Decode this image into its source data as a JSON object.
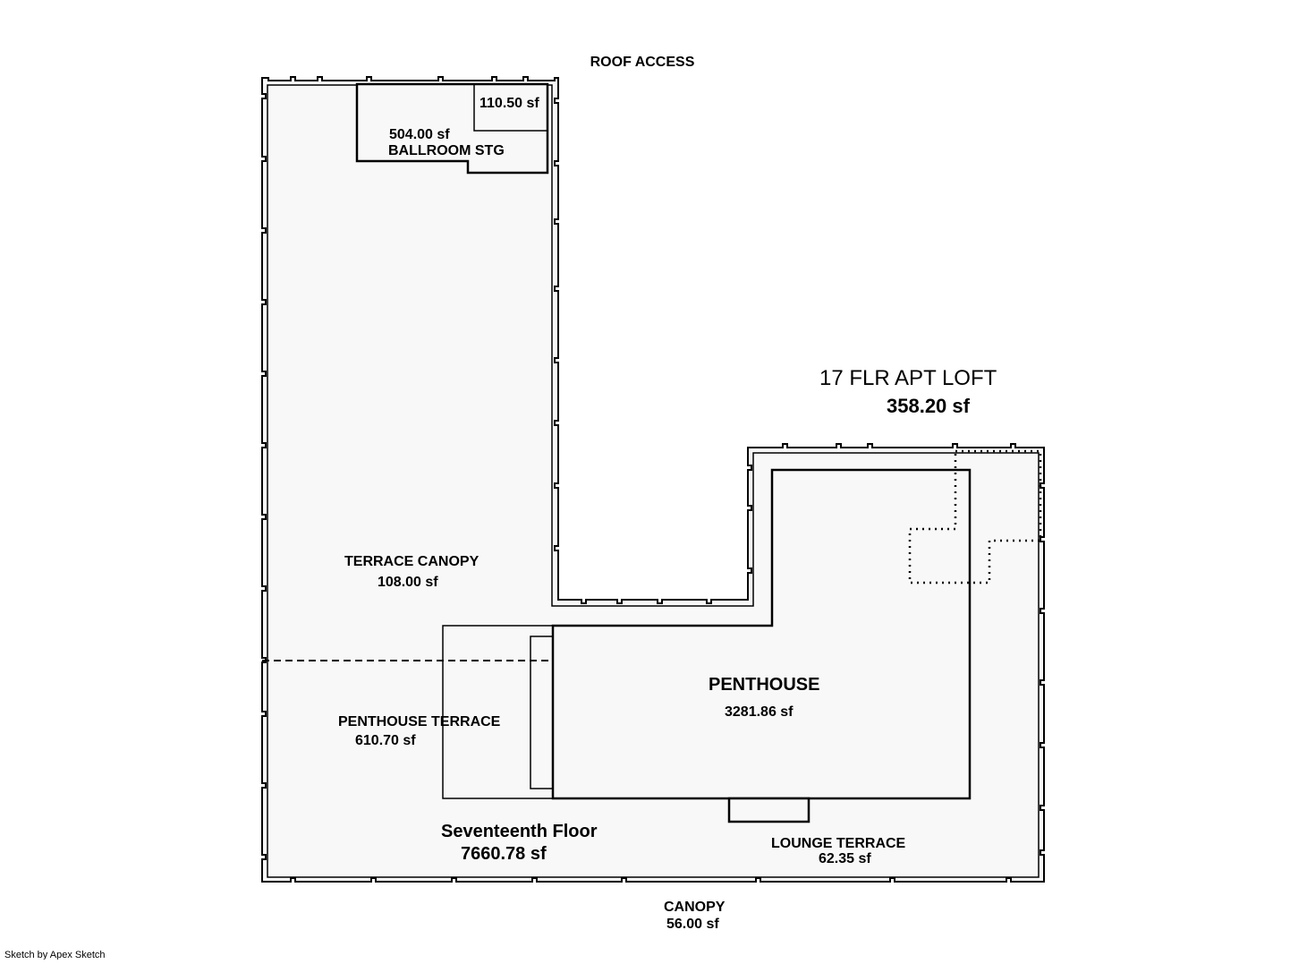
{
  "labels": {
    "roof_access": "ROOF ACCESS",
    "storage_area": "110.50 sf",
    "ballroom_area": "504.00 sf",
    "ballroom_name": "BALLROOM STG",
    "loft_name": "17 FLR APT LOFT",
    "loft_area": "358.20 sf",
    "terrace_canopy_name": "TERRACE CANOPY",
    "terrace_canopy_area": "108.00 sf",
    "penthouse_name": "PENTHOUSE",
    "penthouse_area": "3281.86 sf",
    "penthouse_terrace_name": "PENTHOUSE TERRACE",
    "penthouse_terrace_area": "610.70 sf",
    "floor_name": "Seventeenth Floor",
    "floor_area": "7660.78 sf",
    "lounge_terrace_name": "LOUNGE TERRACE",
    "lounge_terrace_area": "62.35 sf",
    "canopy_name": "CANOPY",
    "canopy_area": "56.00 sf"
  },
  "credit": "Sketch by Apex Sketch",
  "colors": {
    "fill": "#f8f8f8",
    "line": "#000000",
    "background": "#ffffff"
  }
}
